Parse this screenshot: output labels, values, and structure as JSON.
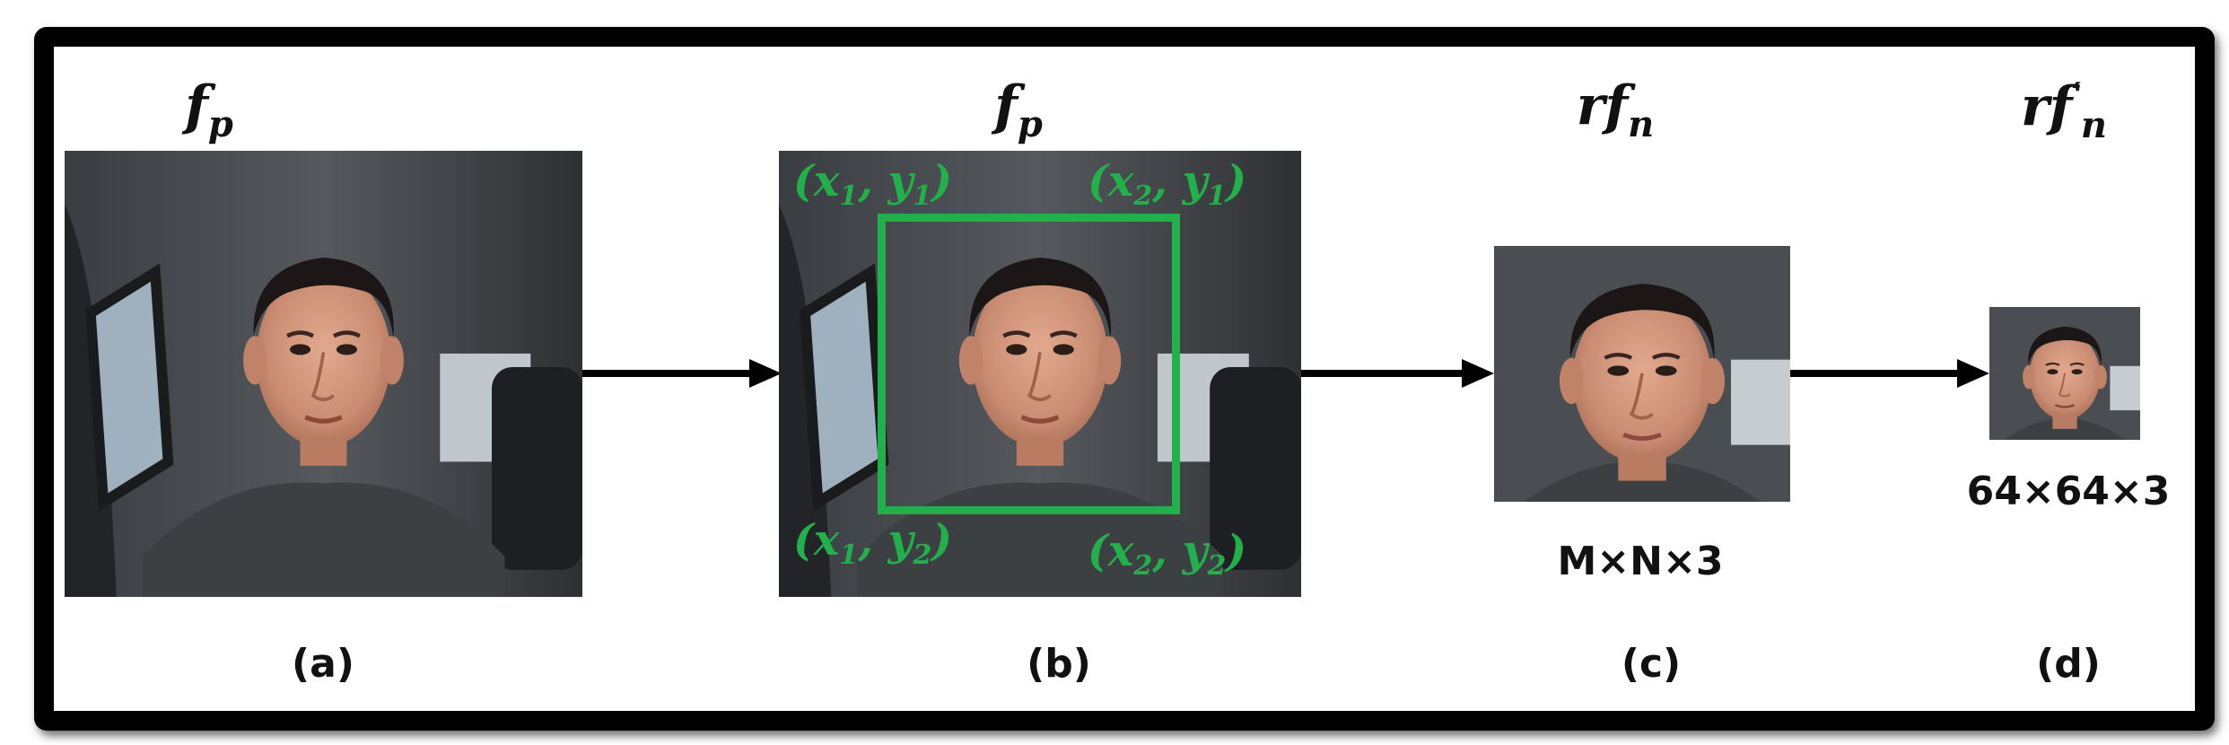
{
  "panels": [
    {
      "id": "a",
      "title_base": "f",
      "title_sub": "p",
      "title_sup": "",
      "caption": "(a)",
      "size_label": ""
    },
    {
      "id": "b",
      "title_base": "f",
      "title_sub": "p",
      "title_sup": "",
      "caption": "(b)",
      "size_label": ""
    },
    {
      "id": "c",
      "title_base": "rf",
      "title_sub": "n",
      "title_sup": "",
      "caption": "(c)",
      "size_label": "M×N×3"
    },
    {
      "id": "d",
      "title_base": "rf",
      "title_sub": "n",
      "title_sup": "′",
      "caption": "(d)",
      "size_label": "64×64×3"
    }
  ],
  "bbox_labels": {
    "top_left": {
      "x": "x",
      "xi": "1",
      "y": "y",
      "yi": "1"
    },
    "top_right": {
      "x": "x",
      "xi": "2",
      "y": "y",
      "yi": "1"
    },
    "bottom_left": {
      "x": "x",
      "xi": "1",
      "y": "y",
      "yi": "2"
    },
    "bottom_right": {
      "x": "x",
      "xi": "2",
      "y": "y",
      "yi": "2"
    }
  },
  "colors": {
    "bbox": "#22b04a",
    "frame": "#000000",
    "arrow": "#000000"
  }
}
